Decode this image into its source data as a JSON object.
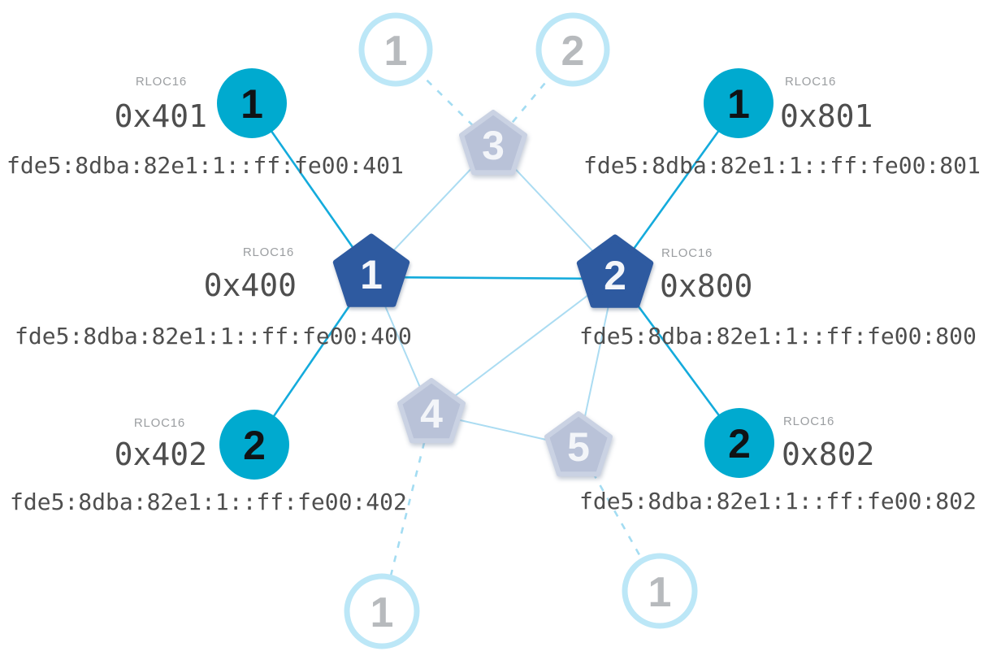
{
  "ui": {
    "rloc16_label": "RLOC16"
  },
  "nodes": {
    "router1": {
      "label": "1",
      "rloc16": "0x400",
      "ipv6": "fde5:8dba:82e1:1::ff:fe00:400"
    },
    "router2": {
      "label": "2",
      "rloc16": "0x800",
      "ipv6": "fde5:8dba:82e1:1::ff:fe00:800"
    },
    "child401": {
      "label": "1",
      "rloc16": "0x401",
      "ipv6": "fde5:8dba:82e1:1::ff:fe00:401"
    },
    "child402": {
      "label": "2",
      "rloc16": "0x402",
      "ipv6": "fde5:8dba:82e1:1::ff:fe00:402"
    },
    "child801": {
      "label": "1",
      "rloc16": "0x801",
      "ipv6": "fde5:8dba:82e1:1::ff:fe00:801"
    },
    "child802": {
      "label": "2",
      "rloc16": "0x802",
      "ipv6": "fde5:8dba:82e1:1::ff:fe00:802"
    },
    "fadedRouter3": {
      "label": "3"
    },
    "fadedRouter4": {
      "label": "4"
    },
    "fadedRouter5": {
      "label": "5"
    },
    "fadedChildTop1": {
      "label": "1"
    },
    "fadedChildTop2": {
      "label": "2"
    },
    "fadedChildBottomLeft": {
      "label": "1"
    },
    "fadedChildBottomRight": {
      "label": "1"
    }
  },
  "colors": {
    "router_fill": "#2e5aa0",
    "child_fill": "#00aacf",
    "faded_router_fill": "#b9c2d8",
    "faded_router_stroke": "#cad2e3",
    "faded_circle_stroke": "#bce7f7",
    "link_active": "#14abdc",
    "link_light": "#abdcf2",
    "link_dashed": "#a3dcf2"
  }
}
